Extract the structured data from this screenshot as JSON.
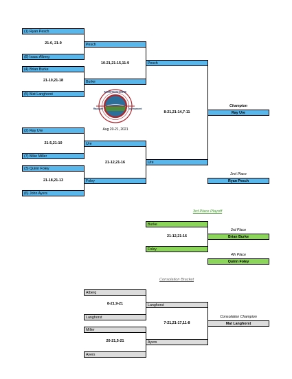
{
  "main": {
    "r1": [
      "(1) Ryan Pesch",
      "(8) Isaac Alberg",
      "(4) Brian Burke",
      "(5) Mat Langhorst",
      "(2) Ray Ure",
      "(7) Mike Miller",
      "(3) Quinn Foley",
      "(6) John Ayers"
    ],
    "r1_scores": [
      "21-0, 21-9",
      "21-10,21-18",
      "21-5,21-10",
      "21-18,21-13"
    ],
    "r2": [
      "Pesch",
      "Burke",
      "Ure",
      "Foley"
    ],
    "r2_scores": [
      "10-21,21-15,11-9",
      "21-12,21-16"
    ],
    "r3": [
      "Pesch",
      "Ure"
    ],
    "final_score": "8-21,21-14,7-11",
    "champion_label": "Champion",
    "champion": "Ray Ure",
    "second_label": "2nd Place",
    "second": "Ryan Pesch"
  },
  "logo": {
    "text_top": "NORTHSHORE",
    "text_left": "Racquet",
    "text_right": "Tournament",
    "date": "Aug 20-21, 2021"
  },
  "third_place": {
    "title": "3rd Place Playoff",
    "players": [
      "Burke",
      "Foley"
    ],
    "score": "21-12,21-16",
    "third_label": "3rd Place",
    "third": "Brian Burke",
    "fourth_label": "4th Place",
    "fourth": "Quinn Foley"
  },
  "consolation": {
    "title": "Consolation Bracket",
    "r1": [
      "Alberg",
      "Langhorst",
      "Miller",
      "Ayers"
    ],
    "r1_scores": [
      "8-21,9-21",
      "20-21,5-21"
    ],
    "r2": [
      "Langhorst",
      "Ayers"
    ],
    "final_score": "7-21,21-17,11-8",
    "champion_label": "Consolation Champion",
    "champion": "Mat Langhorst"
  },
  "colors": {
    "main": "#5ab7ec",
    "third_place": "#8bd65a",
    "consolation": "#dcdcdc"
  }
}
